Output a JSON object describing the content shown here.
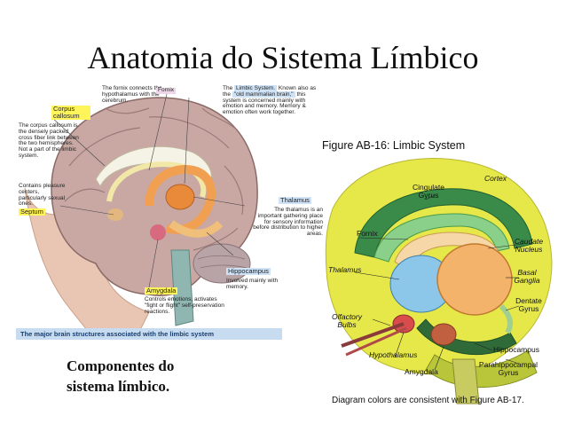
{
  "title": "Anatomia do Sistema Límbico",
  "left_figure": {
    "caption": "The major brain structures associated with the limbic system",
    "labels": {
      "fornix_desc": "The fornix connects the hypothalamus with the cerebrum.",
      "fornix": "Fornix",
      "limbic_intro": "The",
      "limbic_name": "Limbic System.",
      "limbic_known": "Known also as the",
      "limbic_quote": "\"old mammalian brain,\"",
      "limbic_this": "this",
      "limbic_desc": "system is concerned mainly with emotion and memory. Memory & emotion often work together.",
      "corpus": "Corpus callosum",
      "corpus_desc": "The corpus callosum is the densely packed cross fiber link between the two hemispheres. Not a part of the limbic system.",
      "pleasure_desc": "Contains pleasure centers, particularly sexual ones.",
      "septum": "Septum",
      "thalamus": "Thalamus",
      "thalamus_desc": "The thalamus is an important gathering place for sensory information before distribution to higher areas.",
      "hippocampus": "Hippocampus",
      "hippocampus_desc": "Involved mainly with memory.",
      "amygdala": "Amygdala",
      "amygdala_desc": "Controls emotions, activates \"fight or flight\" self-preservation reactions."
    }
  },
  "right_figure": {
    "heading": "Figure AB-16: Limbic System",
    "labels": {
      "cortex": "Cortex",
      "cingulate": "Cingulate Gyrus",
      "fornix": "Fornix",
      "caudate": "Caudate Nucleus",
      "thalamus": "Thalamus",
      "basal": "Basal Ganglia",
      "dentate": "Dentate Gyrus",
      "olfactory": "Olfactory Bulbs",
      "hypothalamus": "Hypothalamus",
      "hippocampus": "Hippocampus",
      "amygdala": "Amygdala",
      "parahippocampal": "Parahippocampal Gyrus"
    },
    "caption": "Diagram colors are consistent with Figure AB-17."
  },
  "components_text": "Componentes do sistema límbico.",
  "colors": {
    "highlight_yellow": "#fff55a",
    "highlight_blue": "#cfe2f6",
    "cortex_yellow": "#e6e84a",
    "cingulate_green": "#3a8a4a",
    "basal_orange": "#f4b36b",
    "thalamus_blue": "#8cc6e8"
  }
}
